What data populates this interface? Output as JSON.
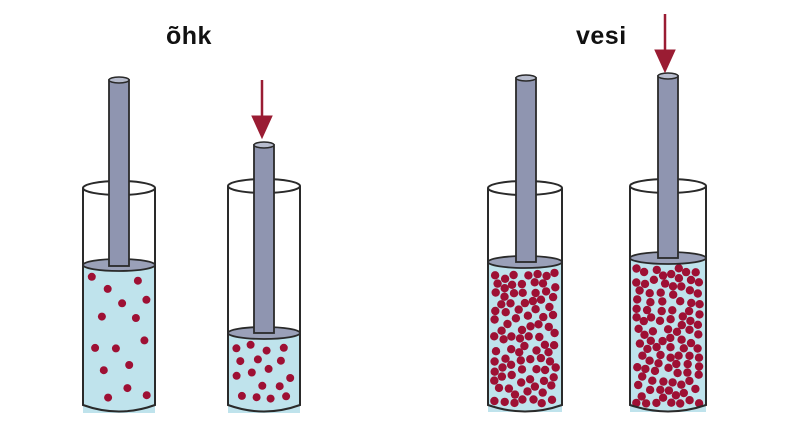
{
  "labels": {
    "air": "õhk",
    "water": "vesi"
  },
  "colors": {
    "fluid": "#bfe3ec",
    "particle": "#9e1034",
    "rod": "#8f95b0",
    "piston": "#9aa0b8",
    "arrow": "#9a1c33",
    "outline": "#2a2a2a"
  },
  "cylinders": [
    {
      "group": "air",
      "state": "uncompressed",
      "particles": "sparse"
    },
    {
      "group": "air",
      "state": "compressed",
      "particles": "sparse",
      "arrow": true
    },
    {
      "group": "water",
      "state": "uncompressed",
      "particles": "dense"
    },
    {
      "group": "water",
      "state": "compressed",
      "particles": "dense",
      "arrow": true
    }
  ]
}
